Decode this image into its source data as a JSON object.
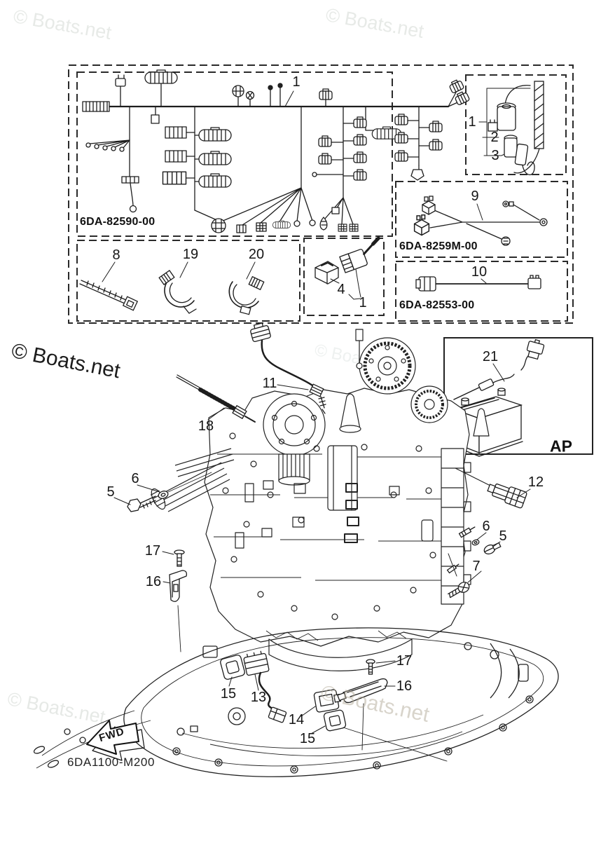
{
  "watermark": {
    "text": "© Boats.net"
  },
  "part_numbers": {
    "main_harness": "6DA-82590-00",
    "sub_harness": "6DA-8259M-00",
    "battery_cable": "6DA-82553-00",
    "drawing_code": "6DA1100-M200"
  },
  "labels": {
    "battery_region": "AP",
    "forward": "FWD"
  },
  "callouts": {
    "harness_main": "1",
    "fuse_1": "1",
    "fuse_2": "2",
    "fuse_3": "3",
    "relay": "4",
    "relay_conn": "1",
    "bolt_left": "5",
    "washer_left": "6",
    "bolt_right": "5",
    "washer_right": "6",
    "screw_7": "7",
    "tie": "8",
    "sub_harness": "9",
    "cable": "10",
    "sensor_11": "11",
    "sensor_12": "12",
    "sensor_13": "13",
    "switch_14": "14",
    "grommet_15a": "15",
    "grommet_15b": "15",
    "bracket_16l": "16",
    "bracket_16b": "16",
    "screw_17l": "17",
    "screw_17b": "17",
    "lead_18": "18",
    "clamp_19": "19",
    "clamp_20": "20",
    "probe_21": "21"
  }
}
